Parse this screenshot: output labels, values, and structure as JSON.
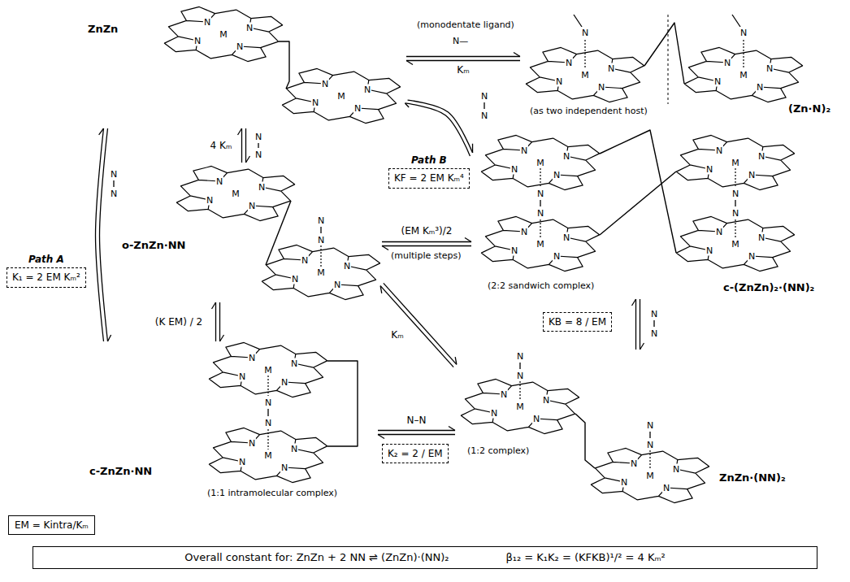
{
  "diagram": {
    "nodes": [
      {
        "text": [
          "ZnZn"
        ]
      },
      {
        "text": [
          "(Zn·N)₂",
          "(as two independent host)"
        ]
      },
      {
        "text": [
          "c-(ZnZn)₂·(NN)₂",
          "(2:2 sandwich complex)"
        ]
      },
      {
        "text": [
          "o-ZnZn·NN"
        ]
      },
      {
        "text": [
          "c-ZnZn·NN",
          "(1:1 intramolecular complex)"
        ]
      },
      {
        "text": [
          "ZnZn·(NN)₂",
          "(1:2 complex)"
        ]
      },
      {
        "text": [
          "Path A",
          "K₁ = 2 EM Kₘ²"
        ]
      },
      {
        "text": [
          "Path B",
          "KF = 2 EM Kₘ⁴"
        ]
      },
      {
        "text": [
          "KB = 8 / EM"
        ]
      },
      {
        "text": [
          "K₂ = 2 / EM"
        ]
      },
      {
        "text": [
          "EM = Kintra/Kₘ"
        ]
      },
      {
        "text": [
          "Overall constant for: ZnZn + 2 NN ⇌ (ZnZn)·(NN)₂",
          "β₁₂ = K₁K₂ = (KFKB)¹/² = 4 Kₘ²"
        ]
      }
    ],
    "edges": [
      {
        "from": 0,
        "to": 1,
        "arrow": "both",
        "label": "Kₘ"
      },
      {
        "from": 0,
        "to": 3,
        "arrow": "both",
        "label": "4 Kₘ"
      },
      {
        "from": 0,
        "to": 2,
        "arrow": "both"
      },
      {
        "from": 0,
        "to": 4,
        "arrow": "both"
      },
      {
        "from": 3,
        "to": 2,
        "arrow": "both",
        "label": "(EM Kₘ³)/2"
      },
      {
        "from": 3,
        "to": 4,
        "arrow": "both",
        "label": "(K EM) / 2"
      },
      {
        "from": 3,
        "to": 5,
        "arrow": "both",
        "label": "Kₘ"
      },
      {
        "from": 4,
        "to": 5,
        "arrow": "both",
        "label": "N–N"
      },
      {
        "from": 2,
        "to": 5,
        "arrow": "both"
      }
    ],
    "labels": [
      "(monodentate ligand)",
      "N—",
      "(multiple steps)",
      "N",
      "N",
      "N",
      "N",
      "N",
      "N",
      "N",
      "N",
      "N",
      "N",
      "N",
      "N",
      "N",
      "N",
      "N",
      "N",
      "N",
      "N",
      "N",
      "N",
      "N",
      "N",
      "N",
      "N",
      "M",
      "N",
      "N",
      "N",
      "N",
      "M",
      "N",
      "N",
      "N",
      "N",
      "M",
      "N",
      "N",
      "N",
      "N",
      "M",
      "N",
      "N",
      "N",
      "N",
      "M",
      "N",
      "N",
      "N",
      "N",
      "M",
      "N",
      "N",
      "N",
      "N",
      "M",
      "N",
      "N",
      "N",
      "N",
      "M",
      "N",
      "N",
      "N",
      "N",
      "M",
      "N",
      "N",
      "N",
      "N",
      "M",
      "N",
      "N",
      "N",
      "N",
      "M",
      "N",
      "N",
      "N",
      "N",
      "M",
      "N",
      "N",
      "N",
      "N",
      "M",
      "N",
      "N",
      "N",
      "N",
      "M",
      "N",
      "N"
    ]
  }
}
